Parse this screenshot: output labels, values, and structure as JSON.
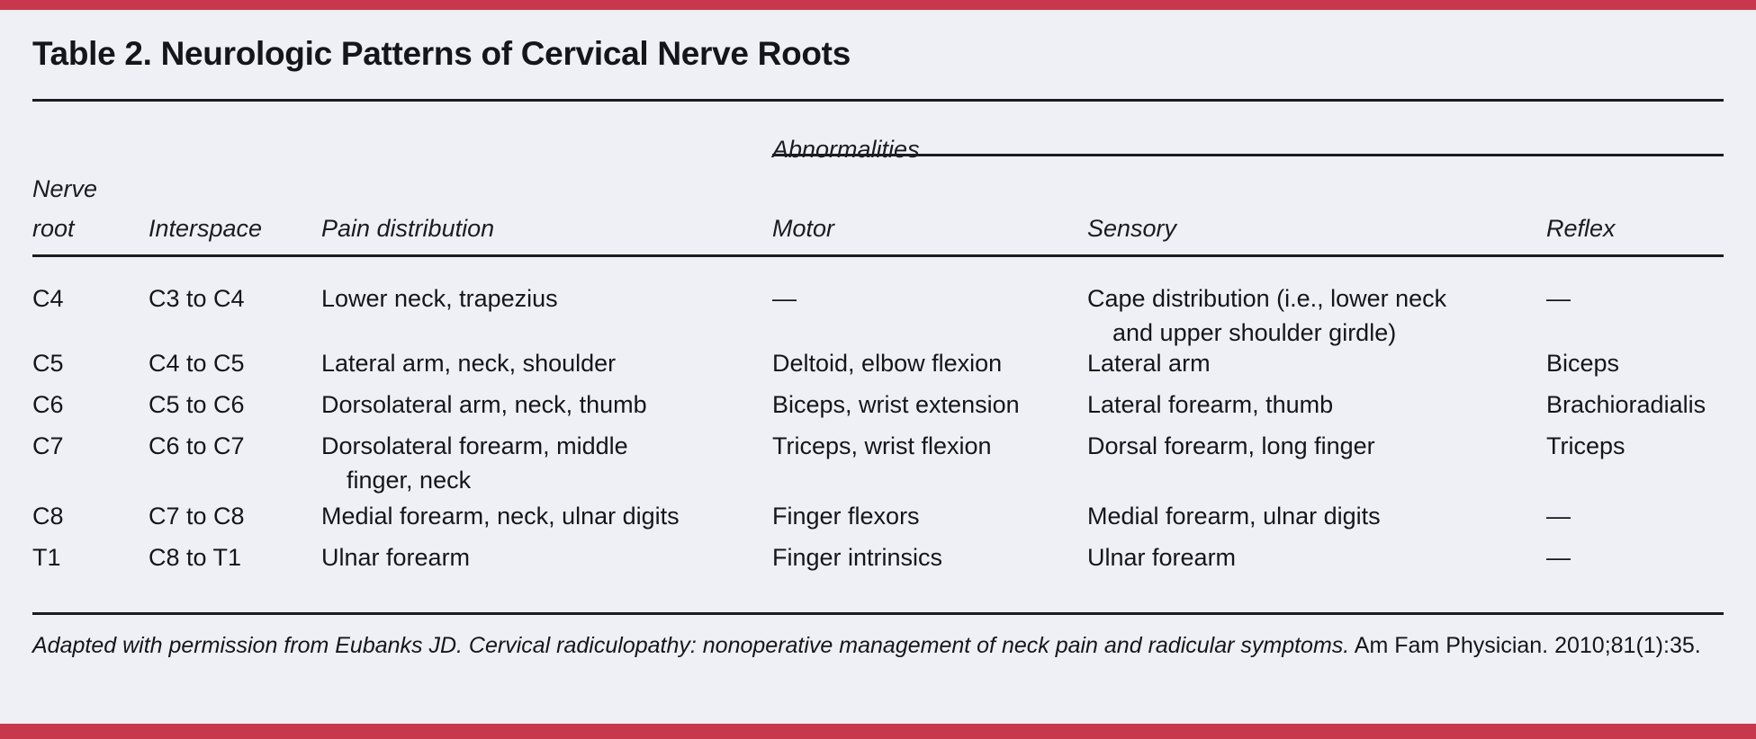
{
  "colors": {
    "brand_rule": "#c8384c",
    "page_background": "#eef0f5",
    "text": "#15161a",
    "table_rule": "#1b1c20"
  },
  "title": "Table 2. Neurologic Patterns of Cervical Nerve Roots",
  "header": {
    "group_label": "Abnormalities",
    "nerve_root_line1": "Nerve",
    "nerve_root_line2": "root",
    "interspace": "Interspace",
    "pain_distribution": "Pain distribution",
    "motor": "Motor",
    "sensory": "Sensory",
    "reflex": "Reflex"
  },
  "rows": [
    {
      "nerve_root": "C4",
      "interspace": "C3 to C4",
      "pain": "Lower neck, trapezius",
      "pain_line2": "",
      "motor": "—",
      "sensory": "Cape distribution (i.e., lower neck",
      "sensory_line2": "and upper shoulder girdle)",
      "reflex": "—"
    },
    {
      "nerve_root": "C5",
      "interspace": "C4 to C5",
      "pain": "Lateral arm, neck, shoulder",
      "pain_line2": "",
      "motor": "Deltoid, elbow flexion",
      "sensory": "Lateral arm",
      "sensory_line2": "",
      "reflex": "Biceps"
    },
    {
      "nerve_root": "C6",
      "interspace": "C5 to C6",
      "pain": "Dorsolateral arm, neck, thumb",
      "pain_line2": "",
      "motor": "Biceps, wrist extension",
      "sensory": "Lateral forearm, thumb",
      "sensory_line2": "",
      "reflex": "Brachioradialis"
    },
    {
      "nerve_root": "C7",
      "interspace": "C6 to C7",
      "pain": "Dorsolateral forearm, middle",
      "pain_line2": "finger, neck",
      "motor": "Triceps, wrist flexion",
      "sensory": "Dorsal forearm, long finger",
      "sensory_line2": "",
      "reflex": "Triceps"
    },
    {
      "nerve_root": "C8",
      "interspace": "C7 to C8",
      "pain": "Medial forearm, neck, ulnar digits",
      "pain_line2": "",
      "motor": "Finger flexors",
      "sensory": "Medial forearm, ulnar digits",
      "sensory_line2": "",
      "reflex": "—"
    },
    {
      "nerve_root": "T1",
      "interspace": "C8 to T1",
      "pain": "Ulnar forearm",
      "pain_line2": "",
      "motor": "Finger intrinsics",
      "sensory": "Ulnar forearm",
      "sensory_line2": "",
      "reflex": "—"
    }
  ],
  "footnote": {
    "source": "Adapted with permission from Eubanks JD. Cervical radiculopathy: nonoperative management of neck pain and radicular symptoms.",
    "journal": " Am Fam Physician. 2010;81(1):35."
  }
}
